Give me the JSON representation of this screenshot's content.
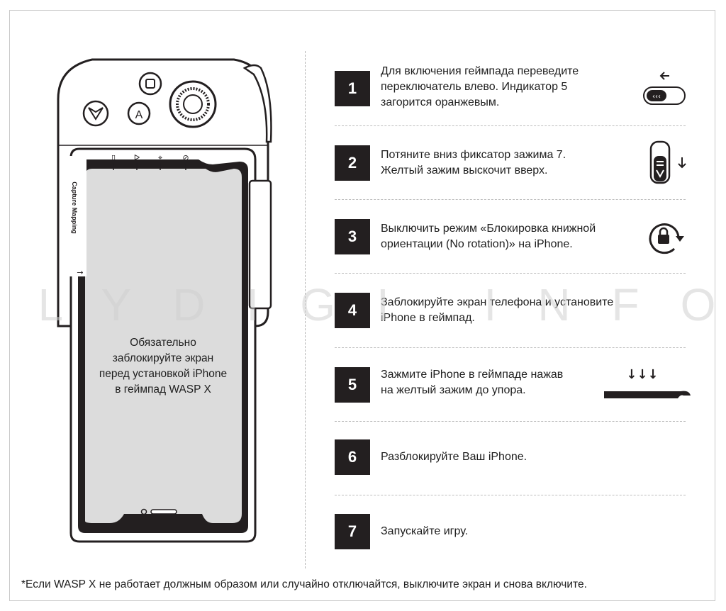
{
  "device": {
    "label": "Capture Mapping",
    "phone_note_lines": [
      "Обязательно",
      "заблокируйте экран",
      "перед установкой iPhone",
      "в геймпад WASP X"
    ]
  },
  "steps": [
    {
      "number": "1",
      "lines": [
        "Для включения геймпада переведите",
        "переключатель влево. Индикатор 5",
        "загорится оранжевым."
      ],
      "icon": "switch-left-icon"
    },
    {
      "number": "2",
      "lines": [
        "Потяните вниз фиксатор зажима 7.",
        "Желтый зажим выскочит вверх."
      ],
      "icon": "latch-down-icon"
    },
    {
      "number": "3",
      "lines": [
        "Выключить режим «Блокировка книжной",
        "ориентации (No rotation)» на iPhone."
      ],
      "icon": "rotation-lock-icon"
    },
    {
      "number": "4",
      "lines": [
        "Заблокируйте экран телефона и установите",
        "iPhone в геймпад."
      ],
      "icon": ""
    },
    {
      "number": "5",
      "lines": [
        "Зажмите iPhone в геймпаде нажав",
        "на желтый зажим до упора."
      ],
      "icon": "press-clamp-icon"
    },
    {
      "number": "6",
      "lines": [
        "Разблокируйте Ваш iPhone."
      ],
      "icon": ""
    },
    {
      "number": "7",
      "lines": [
        "Запускайте игру."
      ],
      "icon": ""
    }
  ],
  "footnote": "*Если WASP X не работает должным образом или случайно отключайтся, выключите экран и снова включите.",
  "watermark": "FLYDIGI INFO",
  "colors": {
    "step_box": "#231f20",
    "phone_screen": "#dcdcdc",
    "watermark": "#cfcfcf"
  }
}
